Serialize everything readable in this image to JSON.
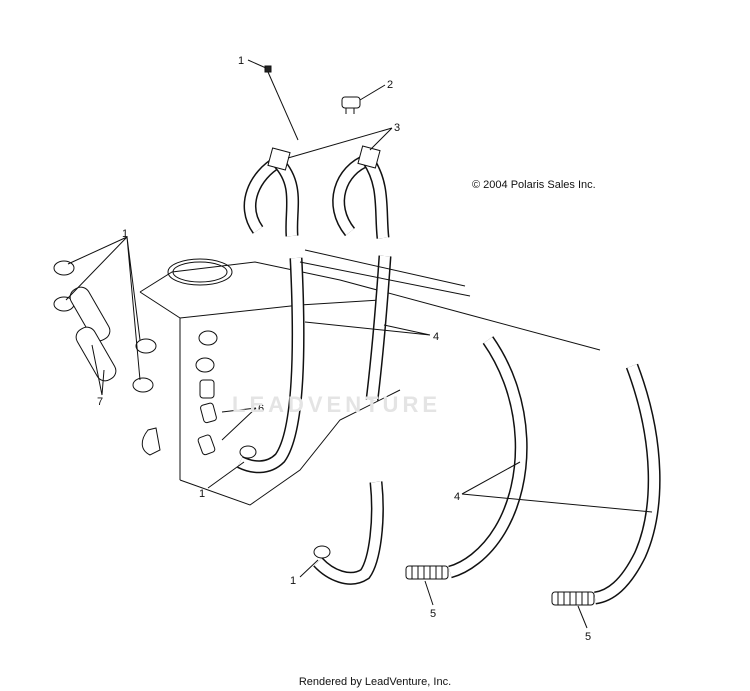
{
  "diagram": {
    "copyright": "© 2004 Polaris Sales Inc.",
    "footer": "Rendered by LeadVenture, Inc.",
    "watermark": "LEADVENTURE",
    "callouts": {
      "c1_top": "1",
      "c2": "2",
      "c3": "3",
      "c1_clamps": "1",
      "c4_mid": "4",
      "c6": "6",
      "c7": "7",
      "c1_lower_left": "1",
      "c1_bottom": "1",
      "c4_lower": "4",
      "c5_left": "5",
      "c5_right": "5"
    }
  }
}
